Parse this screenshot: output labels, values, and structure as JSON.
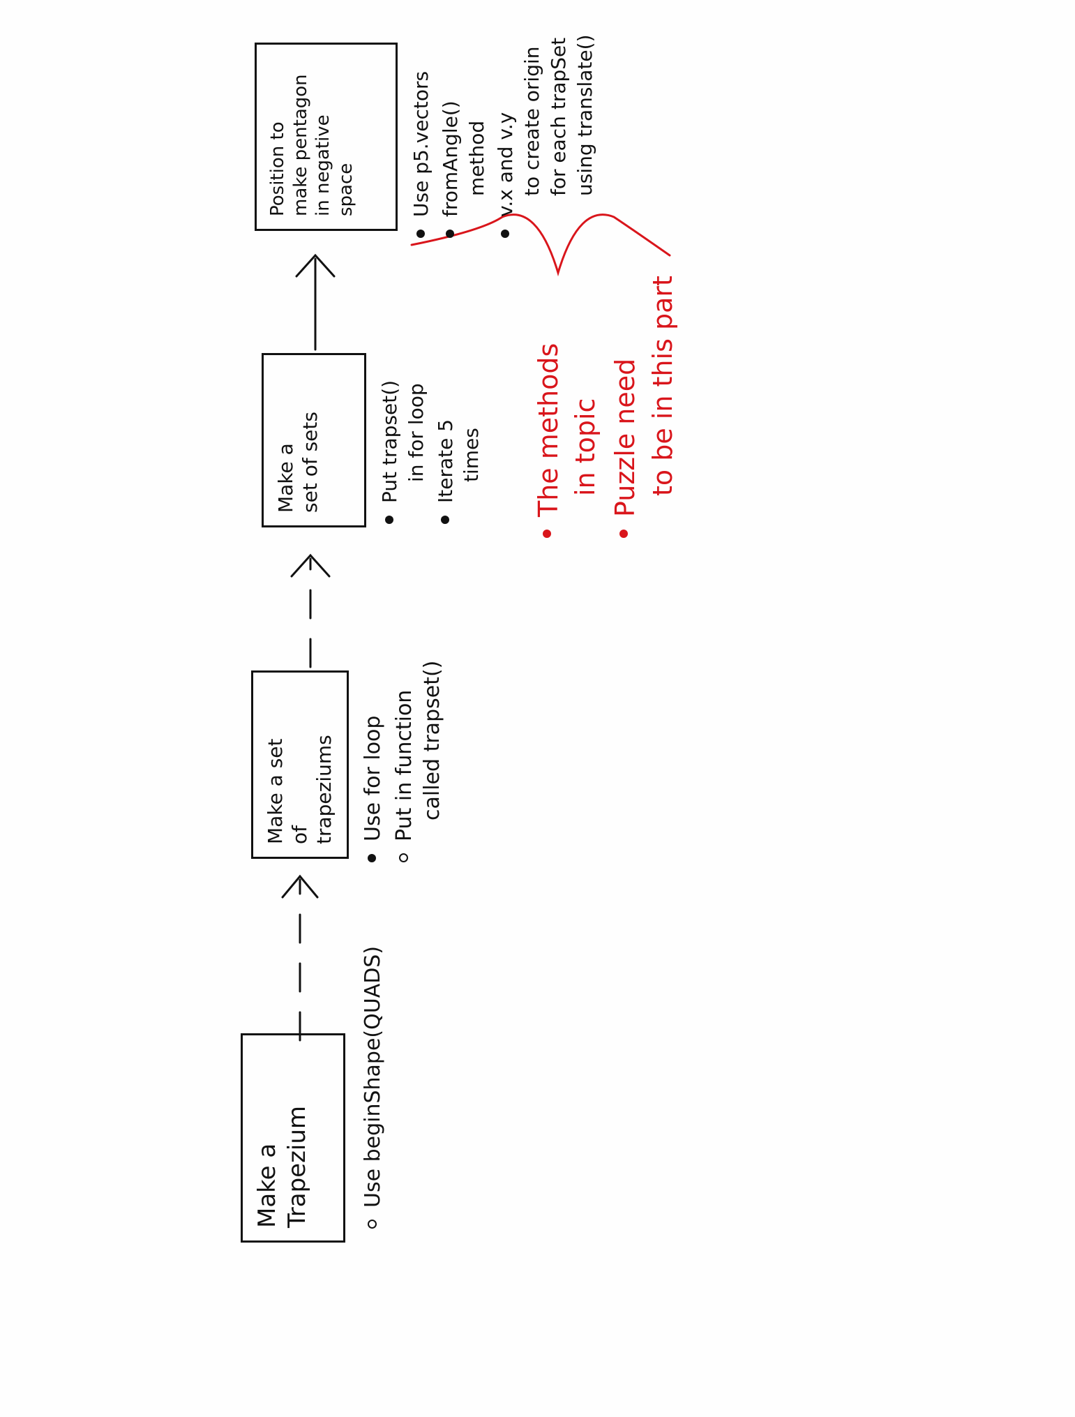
{
  "steps": [
    {
      "title_lines": [
        "Make a",
        "Trapezium"
      ],
      "notes": [
        {
          "text": "Use beginShape(QUADS)"
        }
      ]
    },
    {
      "title_lines": [
        "Make a set",
        "of",
        "trapeziums"
      ],
      "notes": [
        {
          "text": "Use for loop"
        },
        {
          "text": "Put in function",
          "sub": "called trapset()"
        }
      ]
    },
    {
      "title_lines": [
        "Make a",
        "set of sets"
      ],
      "notes": [
        {
          "text": "Put trapset()",
          "sub": "in for loop"
        },
        {
          "text": "Iterate 5",
          "sub": "times"
        }
      ]
    },
    {
      "title_lines": [
        "Position to",
        "make pentagon",
        "in negative",
        "space"
      ],
      "notes": [
        {
          "text": "Use p5.vectors"
        },
        {
          "text": "fromAngle()",
          "sub": "method"
        },
        {
          "text": "v.x and v.y",
          "sub": "to create origin for each trapSet using translate()"
        }
      ]
    }
  ],
  "red_notes": [
    {
      "text": "The methods",
      "sub": "in topic"
    },
    {
      "text": "Puzzle need",
      "sub": "to be in this part"
    }
  ],
  "colors": {
    "ink": "#111111",
    "red_ink": "#d9151b"
  }
}
